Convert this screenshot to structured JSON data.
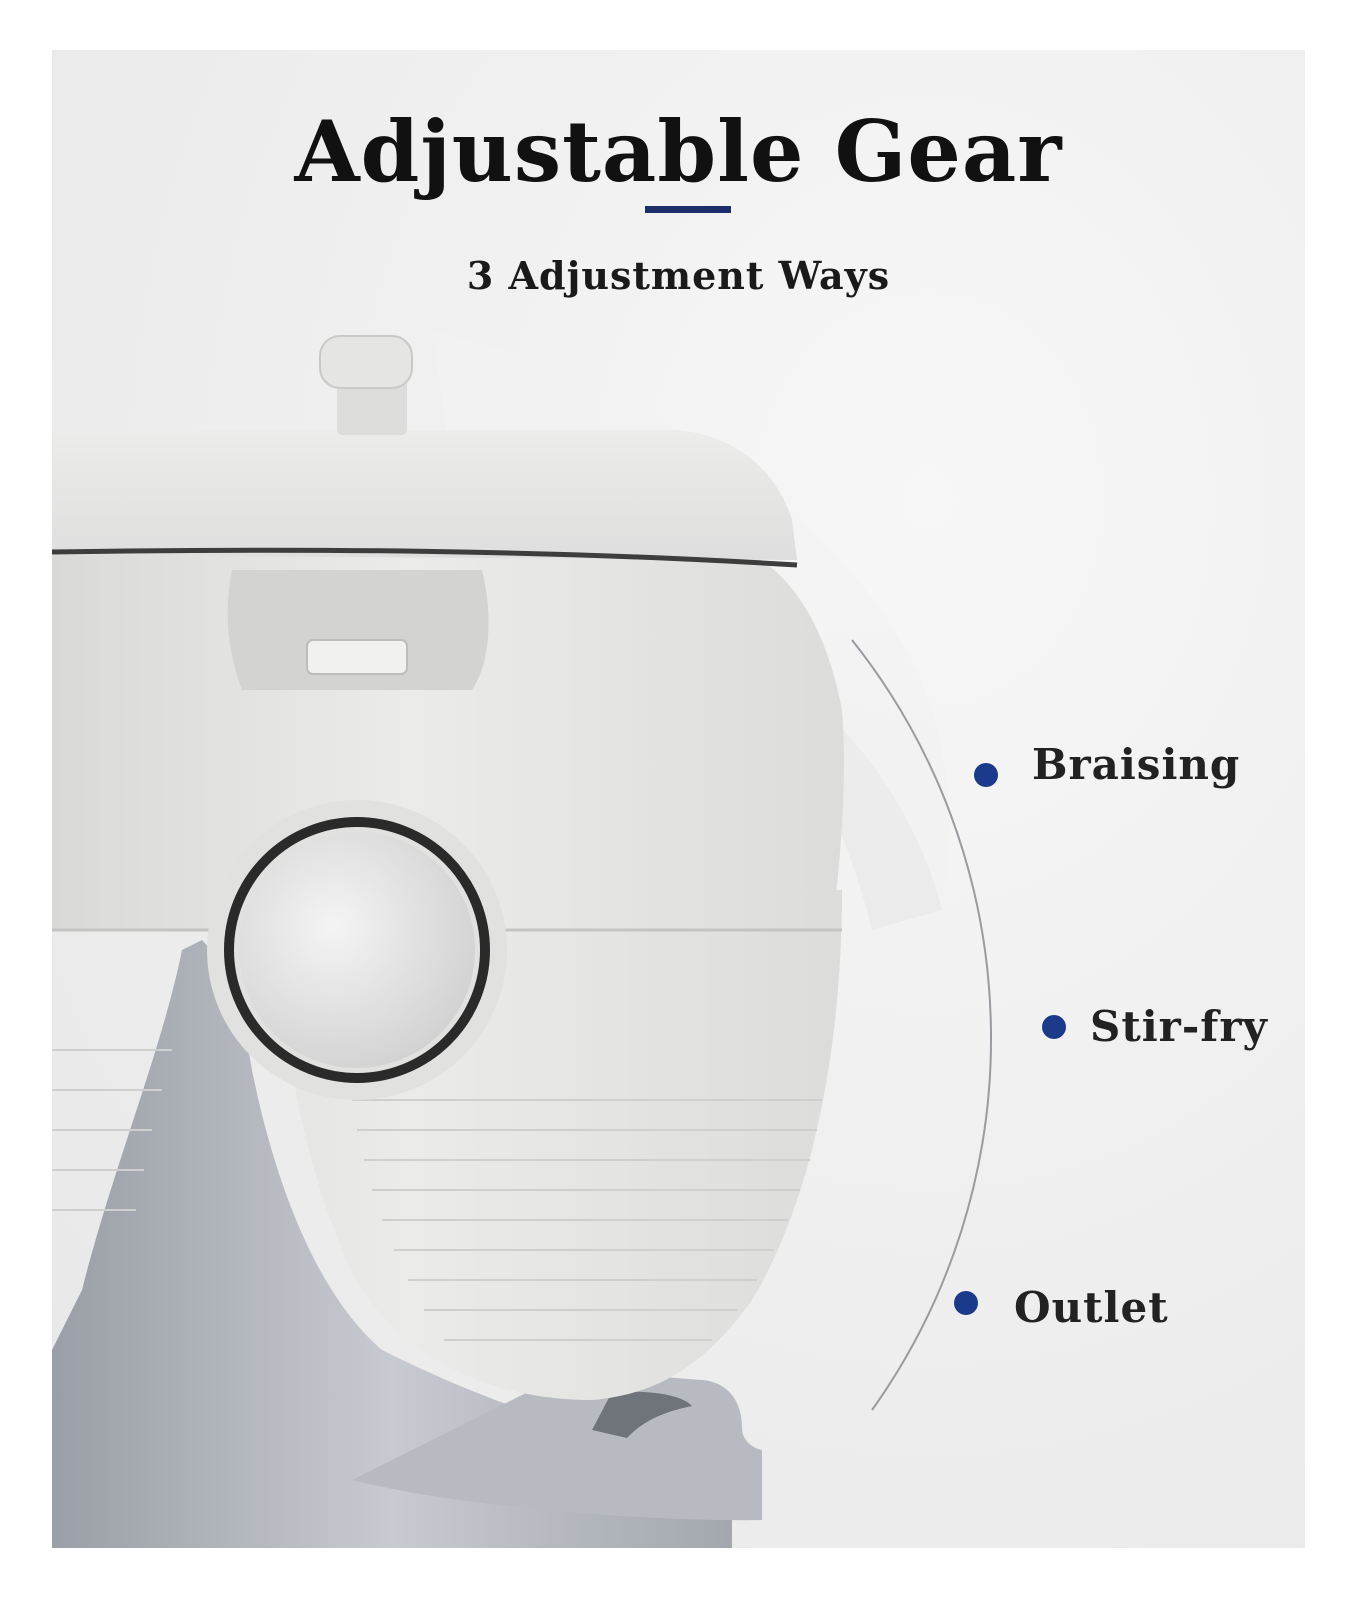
{
  "heading": {
    "title": "Adjustable Gear",
    "subtitle": "3 Adjustment Ways",
    "accent_color": "#1c2f6b"
  },
  "gears": [
    {
      "label": "Braising"
    },
    {
      "label": "Stir-fry"
    },
    {
      "label": "Outlet"
    }
  ],
  "colors": {
    "marker": "#1c3a8c",
    "appliance_body": "#e6e6e4",
    "stand": "#a9adb4"
  }
}
